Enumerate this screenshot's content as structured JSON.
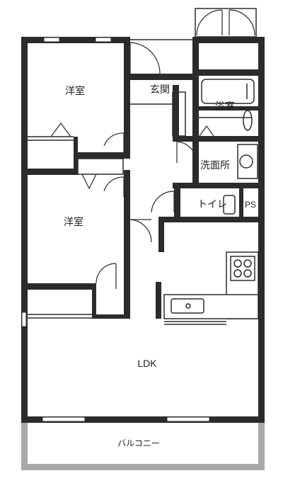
{
  "rooms": {
    "western_room_1": "洋室",
    "western_room_2": "洋室",
    "entrance": "玄関",
    "bathroom": "浴室",
    "washroom": "洗面所",
    "toilet": "トイレ",
    "pipe_space": "PS",
    "ldk": "LDK",
    "balcony": "バルコニー"
  },
  "colors": {
    "wall": "#2b2b2b",
    "balcony_rail": "#a9a9a9"
  }
}
